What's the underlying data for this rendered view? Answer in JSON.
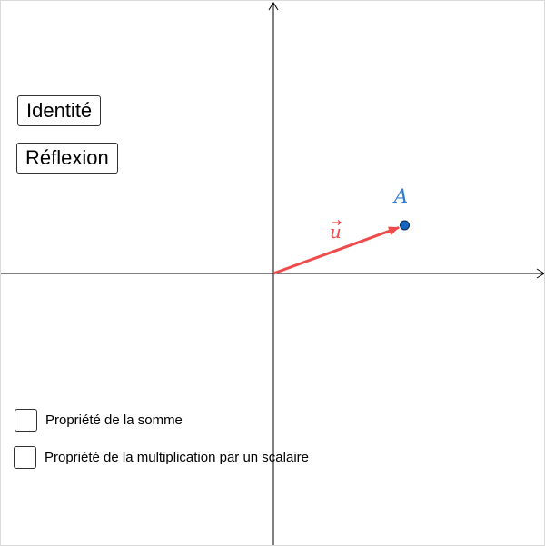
{
  "buttons": {
    "identity_label": "Identité",
    "reflection_label": "Réflexion"
  },
  "checkboxes": [
    {
      "label": "Propriété de la somme",
      "checked": false
    },
    {
      "label": "Propriété de la multiplication par un scalaire",
      "checked": false
    }
  ],
  "vector": {
    "label": "u",
    "color": "#f04b4b"
  },
  "point": {
    "label": "A",
    "color": "#1565c0",
    "label_color": "#2f7dd1"
  },
  "axes": {
    "color": "#000000"
  }
}
